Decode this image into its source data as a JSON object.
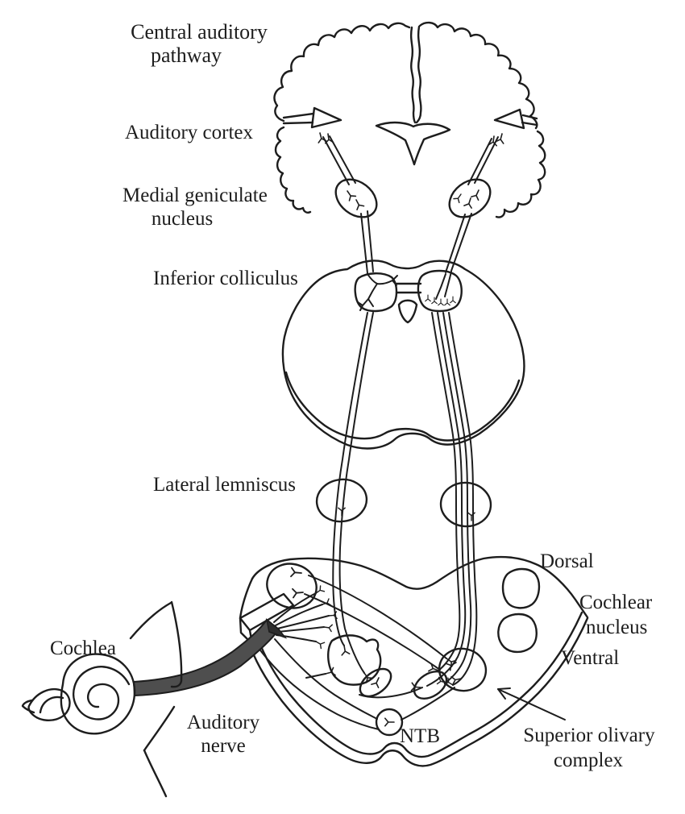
{
  "figure": {
    "title": {
      "line1": "Central auditory",
      "line2": "pathway"
    },
    "labels": {
      "auditory_cortex": "Auditory cortex",
      "medial_geniculate_line1": "Medial geniculate",
      "medial_geniculate_line2": "nucleus",
      "inferior_colliculus": "Inferior colliculus",
      "lateral_lemniscus": "Lateral lemniscus",
      "dorsal": "Dorsal",
      "cochlear_nucleus_line1": "Cochlear",
      "cochlear_nucleus_line2": "nucleus",
      "ventral": "Ventral",
      "cochlea": "Cochlea",
      "auditory_nerve_line1": "Auditory",
      "auditory_nerve_line2": "nerve",
      "ntb": "NTB",
      "superior_olivary_line1": "Superior olivary",
      "superior_olivary_line2": "complex"
    },
    "colors": {
      "ink": "#1d1d1d",
      "nerve_fill": "#4e4e4e",
      "background": "#ffffff"
    }
  }
}
